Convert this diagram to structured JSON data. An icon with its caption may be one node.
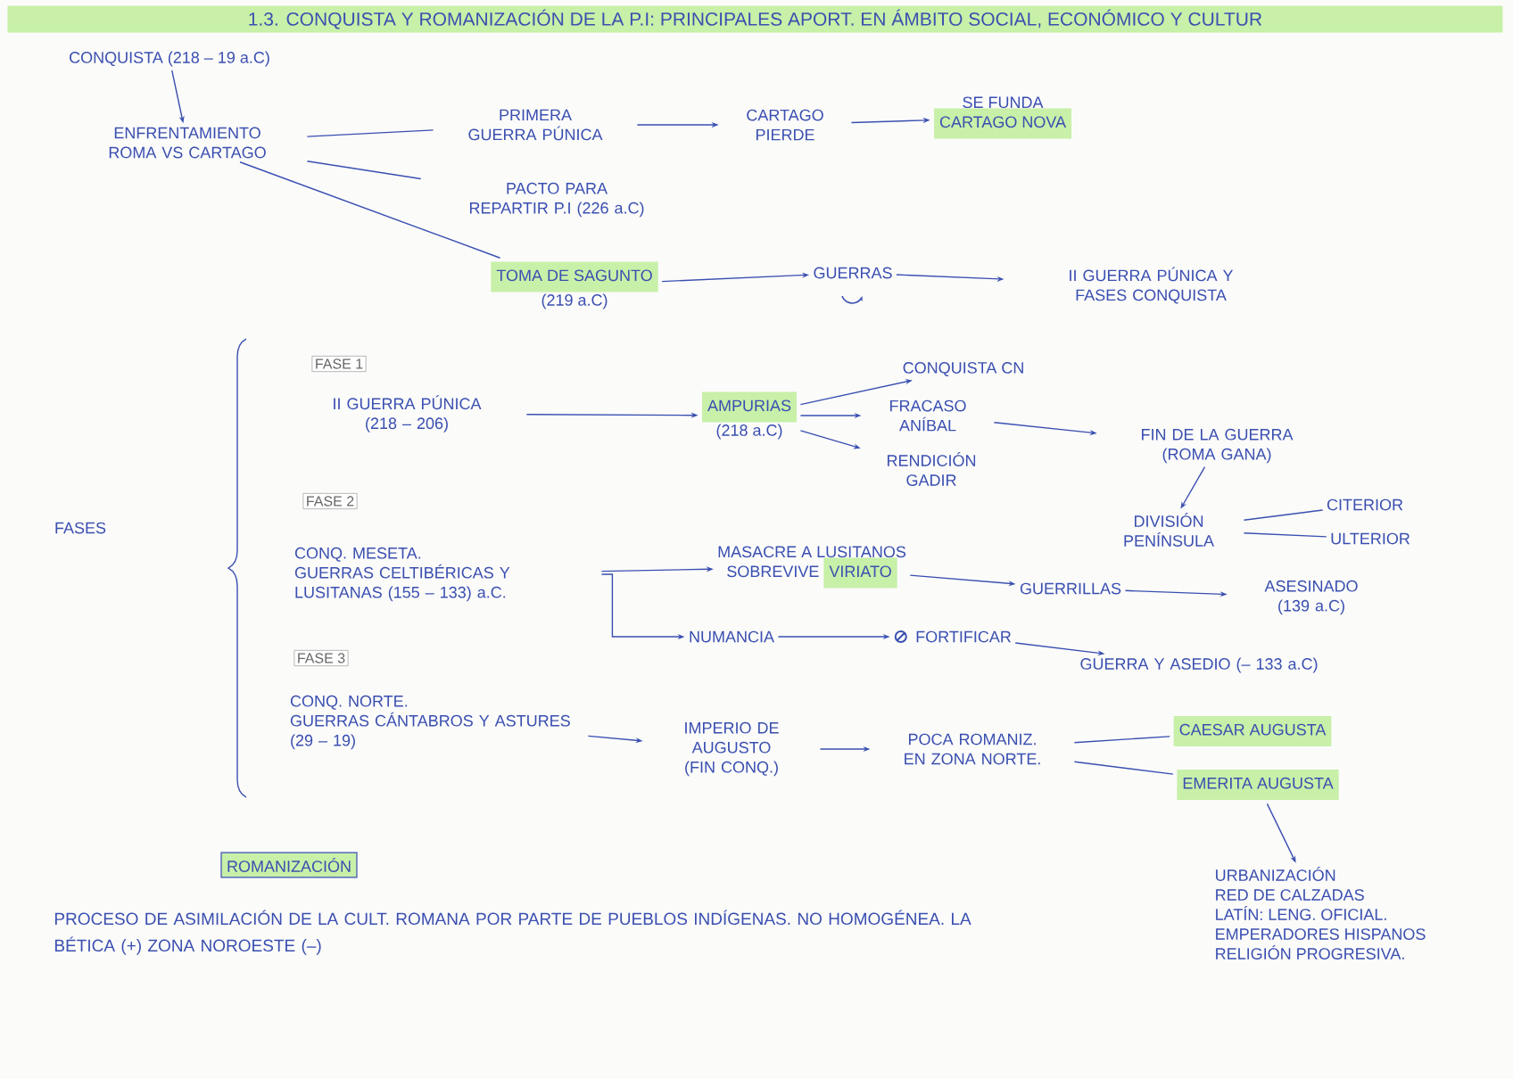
{
  "diagram": {
    "title": "1.3. CONQUISTA Y ROMANIZACIÓN DE LA P.I: PRINCIPALES APORT. EN ÁMBITO SOCIAL, ECONÓMICO Y CULTUR",
    "nodes": [
      {
        "text": [
          "CONQUISTA (218 – 19 a.C)"
        ]
      },
      {
        "text": [
          "ENFRENTAMIENTO ROMA VS CARTAGO"
        ]
      },
      {
        "text": [
          "PRIMERA GUERRA PÚNICA"
        ]
      },
      {
        "text": [
          "CARTAGO PIERDE"
        ]
      },
      {
        "text": [
          "SE FUNDA",
          "CARTAGO NOVA"
        ]
      },
      {
        "text": [
          "PACTO PARA REPARTIR P.I (226 a.C)"
        ]
      },
      {
        "text": [
          "TOMA DE SAGUNTO",
          "(219 a.C)"
        ]
      },
      {
        "text": [
          "GUERRAS"
        ]
      },
      {
        "text": [
          "II GUERRA PÚNICA Y FASES CONQUISTA"
        ]
      },
      {
        "text": [
          "FASES"
        ]
      },
      {
        "text": [
          "FASE 1"
        ]
      },
      {
        "text": [
          "II GUERRA PÚNICA (218 – 206)"
        ]
      },
      {
        "text": [
          "AMPURIAS",
          "(218 a.C)"
        ]
      },
      {
        "text": [
          "CONQUISTA CN"
        ]
      },
      {
        "text": [
          "FRACASO ANÍBAL"
        ]
      },
      {
        "text": [
          "RENDICIÓN GADIR"
        ]
      },
      {
        "text": [
          "FIN DE LA GUERRA (ROMA GANA)"
        ]
      },
      {
        "text": [
          "DIVISIÓN PENÍNSULA"
        ]
      },
      {
        "text": [
          "CITERIOR"
        ]
      },
      {
        "text": [
          "ULTERIOR"
        ]
      },
      {
        "text": [
          "FASE 2"
        ]
      },
      {
        "text": [
          "CONQ. MESETA.",
          "GUERRAS CELTIBÉRICAS Y LUSITANAS (155 – 133) a.C."
        ]
      },
      {
        "text": [
          "MASACRE A LUSITANOS",
          "SOBREVIVE",
          "VIRIATO"
        ]
      },
      {
        "text": [
          "GUERRILLAS"
        ]
      },
      {
        "text": [
          "ASESINADO (139 a.C)"
        ]
      },
      {
        "text": [
          "NUMANCIA"
        ]
      },
      {
        "text": [
          "FORTIFICAR"
        ]
      },
      {
        "text": [
          "GUERRA Y ASEDIO (– 133 a.C)"
        ]
      },
      {
        "text": [
          "FASE 3"
        ]
      },
      {
        "text": [
          "CONQ. NORTE.",
          "GUERRAS CÁNTABROS Y ASTURES (29 – 19)"
        ]
      },
      {
        "text": [
          "IMPERIO DE AUGUSTO (FIN CONQ.)"
        ]
      },
      {
        "text": [
          "POCA ROMANIZ. EN ZONA NORTE."
        ]
      },
      {
        "text": [
          "CAESAR AUGUSTA"
        ]
      },
      {
        "text": [
          "EMERITA AUGUSTA"
        ]
      },
      {
        "text": [
          "URBANIZACIÓN",
          "RED DE CALZADAS",
          "LATÍN: LENG. OFICIAL.",
          "EMPERADORES HISPANOS",
          "RELIGIÓN PROGRESIVA."
        ]
      },
      {
        "text": [
          "ROMANIZACIÓN"
        ]
      }
    ],
    "edges": [
      {
        "from": 0,
        "to": 1,
        "arrow": "to"
      },
      {
        "from": 1,
        "to": 2,
        "arrow": "none"
      },
      {
        "from": 1,
        "to": 5,
        "arrow": "none"
      },
      {
        "from": 1,
        "to": 6,
        "arrow": "none"
      },
      {
        "from": 2,
        "to": 3,
        "arrow": "to"
      },
      {
        "from": 3,
        "to": 4,
        "arrow": "to"
      },
      {
        "from": 6,
        "to": 7,
        "arrow": "to"
      },
      {
        "from": 7,
        "to": 8,
        "arrow": "to"
      },
      {
        "from": 11,
        "to": 12,
        "arrow": "to"
      },
      {
        "from": 12,
        "to": 13,
        "arrow": "to"
      },
      {
        "from": 12,
        "to": 14,
        "arrow": "to"
      },
      {
        "from": 12,
        "to": 15,
        "arrow": "to"
      },
      {
        "from": 14,
        "to": 16,
        "arrow": "to"
      },
      {
        "from": 16,
        "to": 17,
        "arrow": "to"
      },
      {
        "from": 17,
        "to": 18,
        "arrow": "none"
      },
      {
        "from": 17,
        "to": 19,
        "arrow": "none"
      },
      {
        "from": 21,
        "to": 22,
        "arrow": "to"
      },
      {
        "from": 21,
        "to": 25,
        "arrow": "to"
      },
      {
        "from": 22,
        "to": 23,
        "arrow": "to"
      },
      {
        "from": 23,
        "to": 24,
        "arrow": "to"
      },
      {
        "from": 25,
        "to": 26,
        "arrow": "to"
      },
      {
        "from": 26,
        "to": 27,
        "arrow": "to"
      },
      {
        "from": 29,
        "to": 30,
        "arrow": "to"
      },
      {
        "from": 30,
        "to": 31,
        "arrow": "to"
      },
      {
        "from": 31,
        "to": 32,
        "arrow": "none"
      },
      {
        "from": 31,
        "to": 33,
        "arrow": "none"
      },
      {
        "from": 33,
        "to": 34,
        "arrow": "to"
      }
    ],
    "labels": [
      "PROCESO DE ASIMILACIÓN DE LA CULT. ROMANA POR PARTE DE PUEBLOS INDÍGENAS. NO HOMOGÉNEA. LA BÉTICA (+) ZONA NOROESTE (–)"
    ]
  }
}
